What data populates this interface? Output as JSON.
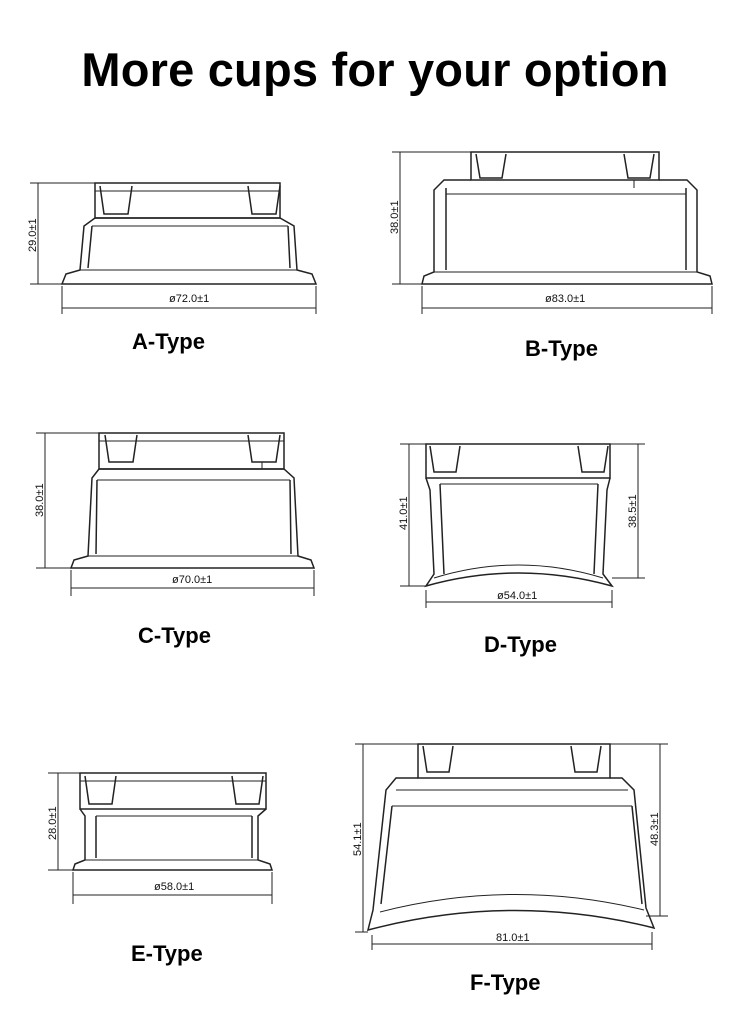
{
  "title": "More cups for your option",
  "cups": [
    {
      "label": "A-Type",
      "height_dim": "29.0±1",
      "width_dim": "ø72.0±1"
    },
    {
      "label": "B-Type",
      "height_dim": "38.0±1",
      "width_dim": "ø83.0±1"
    },
    {
      "label": "C-Type",
      "height_dim": "38.0±1",
      "width_dim": "ø70.0±1"
    },
    {
      "label": "D-Type",
      "height_dim": "41.0±1",
      "height_dim_right": "38.5±1",
      "width_dim": "ø54.0±1"
    },
    {
      "label": "E-Type",
      "height_dim": "28.0±1",
      "width_dim": "ø58.0±1"
    },
    {
      "label": "F-Type",
      "height_dim": "54.1±1",
      "height_dim_right": "48.3±1",
      "width_dim": "81.0±1"
    }
  ]
}
